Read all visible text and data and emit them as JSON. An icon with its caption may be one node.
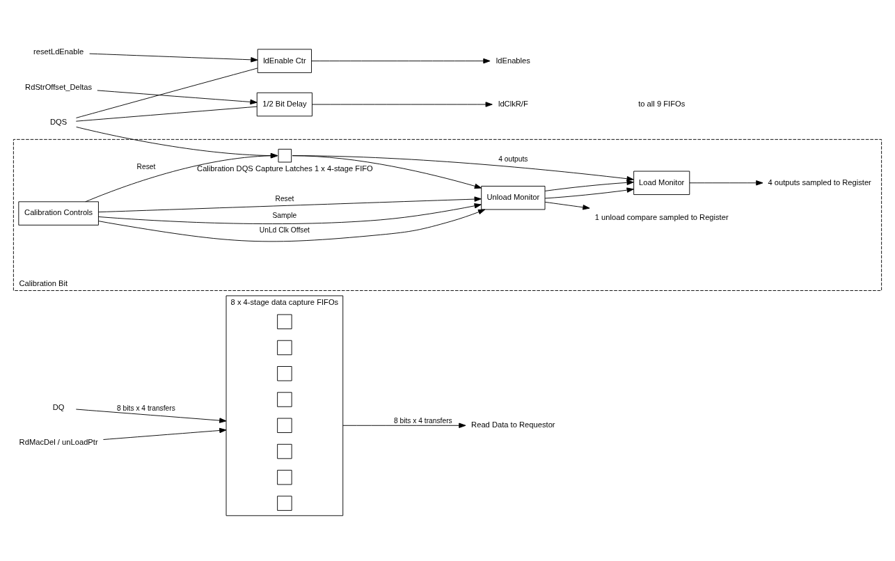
{
  "diagram": {
    "nodes": [
      {
        "text": [
          "DQ"
        ]
      },
      {
        "text": [
          "8 x 4-stage data capture FIFOs"
        ]
      },
      {
        "text": [],
        "shape": "box",
        "in": 1
      },
      {
        "text": [],
        "shape": "box",
        "in": 1
      },
      {
        "text": [],
        "shape": "box",
        "in": 1
      },
      {
        "text": [],
        "shape": "box",
        "in": 1
      },
      {
        "text": [],
        "shape": "box",
        "in": 1
      },
      {
        "text": [],
        "shape": "box",
        "in": 1
      },
      {
        "text": [],
        "shape": "box",
        "in": 1
      },
      {
        "text": [],
        "shape": "box",
        "in": 1
      },
      {
        "text": [
          "Read Data to Requestor"
        ]
      },
      {
        "text": [
          "RdStrOffset_Deltas"
        ]
      },
      {
        "text": [
          "1/2 Bit Delay"
        ]
      },
      {
        "text": [
          "ldClkR/F"
        ]
      },
      {
        "text": [
          "ldEnable Ctr"
        ]
      },
      {
        "text": [
          "ldEnables"
        ]
      },
      {
        "text": [
          "resetLdEnable"
        ]
      },
      {
        "text": [
          "RdMacDel / unLoadPtr"
        ]
      },
      {
        "text": [
          "DQS"
        ]
      },
      {
        "text": [
          "Calibration Bit"
        ]
      },
      {
        "text": [],
        "shape": "box",
        "in": 19,
        "beside": [
          "Calibration DQS Capture Latches 1 x 4-stage FIFO"
        ]
      },
      {
        "text": [
          "Load Monitor"
        ],
        "in": 19
      },
      {
        "text": [
          "Unload Monitor"
        ],
        "in": 19
      },
      {
        "text": [
          "Calibration Controls"
        ],
        "in": 19
      },
      {
        "text": [
          "4 outputs sampled to Register"
        ],
        "in": 19
      },
      {
        "text": [
          "1 unload compare sampled to Register"
        ],
        "in": 19
      }
    ],
    "edges": [
      {
        "from": 0,
        "to": 1,
        "arrow": "to",
        "label": "8 bits x 4 transfers"
      },
      {
        "from": 1,
        "to": 10,
        "arrow": "to",
        "label": "8 bits x 4 transfers"
      },
      {
        "from": 11,
        "to": 12,
        "arrow": "to"
      },
      {
        "from": 12,
        "to": 13,
        "arrow": "to"
      },
      {
        "from": 14,
        "to": 15,
        "arrow": "to"
      },
      {
        "from": 16,
        "to": 14,
        "arrow": "to"
      },
      {
        "from": 17,
        "to": 1,
        "arrow": "to"
      },
      {
        "from": 18,
        "to": 12,
        "arrow": "none"
      },
      {
        "from": 18,
        "to": 14,
        "arrow": "none"
      },
      {
        "from": 18,
        "to": 20,
        "arrow": "to"
      },
      {
        "from": 20,
        "to": 21,
        "arrow": "to",
        "label": "4 outputs"
      },
      {
        "from": 20,
        "to": 22,
        "arrow": "to"
      },
      {
        "from": 22,
        "to": 21,
        "arrow": "to"
      },
      {
        "from": 22,
        "to": 21,
        "arrow": "to"
      },
      {
        "from": 23,
        "to": 20,
        "arrow": "to",
        "label": "Reset"
      },
      {
        "from": 23,
        "to": 22,
        "arrow": "to",
        "label": "Reset"
      },
      {
        "from": 23,
        "to": 22,
        "arrow": "to",
        "label": "Sample"
      },
      {
        "from": 23,
        "to": 22,
        "arrow": "to",
        "label": "UnLd Clk Offset"
      },
      {
        "from": 21,
        "to": 24,
        "arrow": "to"
      },
      {
        "from": 22,
        "to": 25,
        "arrow": "to"
      }
    ],
    "labels": [
      "to all 9 FIFOs"
    ]
  }
}
